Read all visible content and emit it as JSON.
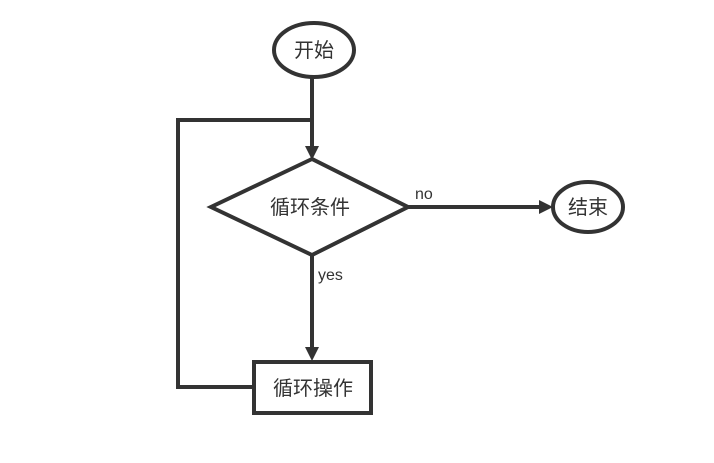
{
  "diagram": {
    "type": "flowchart",
    "colors": {
      "line": "#333333",
      "text": "#333333",
      "shape_fill": "#ffffff",
      "background": "#ffffff"
    },
    "nodes": {
      "start": {
        "label": "开始",
        "shape": "ellipse"
      },
      "condition": {
        "label": "循环条件",
        "shape": "diamond"
      },
      "operation": {
        "label": "循环操作",
        "shape": "rectangle"
      },
      "end": {
        "label": "结束",
        "shape": "ellipse"
      }
    },
    "edges": {
      "start_to_condition": {
        "label": ""
      },
      "condition_to_end": {
        "label": "no"
      },
      "condition_to_operation": {
        "label": "yes"
      },
      "operation_loop_back": {
        "label": ""
      }
    }
  }
}
